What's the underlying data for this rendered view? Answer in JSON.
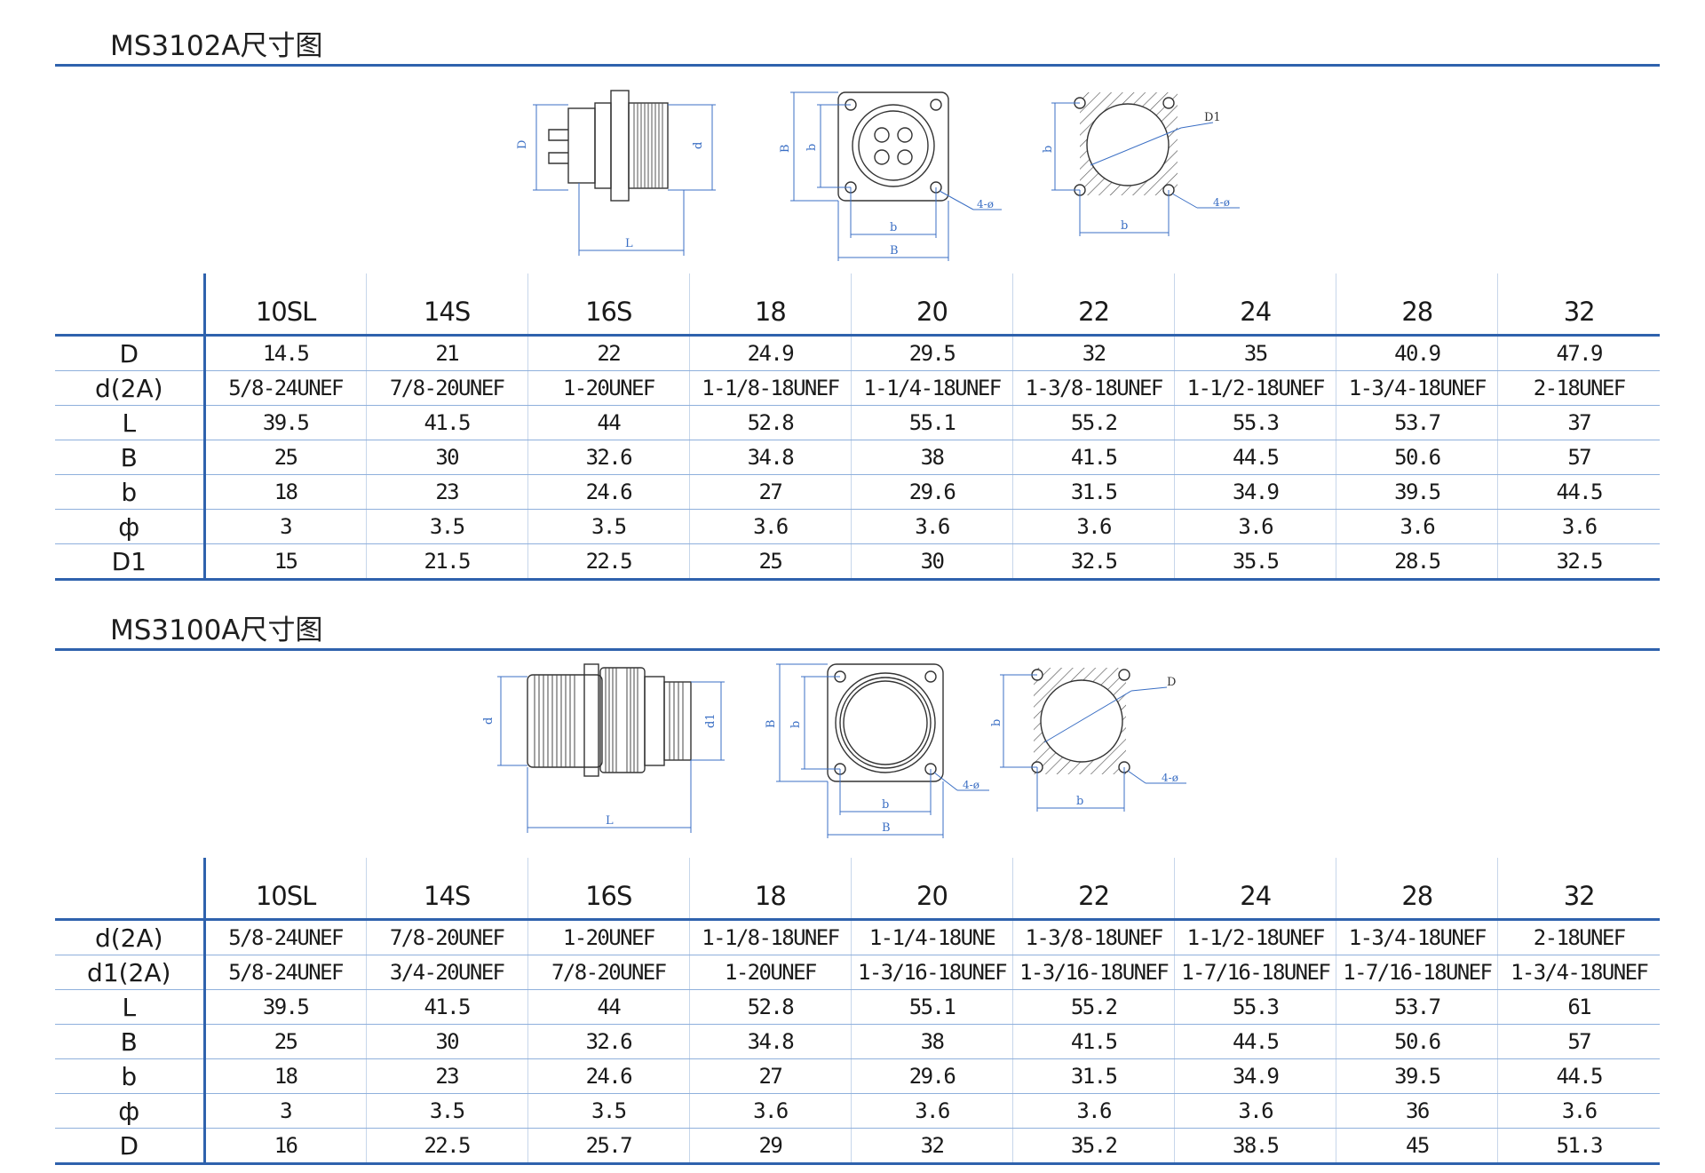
{
  "sections": [
    {
      "title": "MS3102A尺寸图",
      "drawing_labels": {
        "side_D": "D",
        "side_d": "d",
        "side_L": "L",
        "front_B": "B",
        "front_b": "b",
        "front_hole": "4-ø",
        "front_b_dim": "b",
        "front_B_dim": "B",
        "cut_b": "b",
        "cut_D1": "D1",
        "cut_hole": "4-ø",
        "cut_b_dim": "b"
      },
      "table": {
        "headers": [
          "10SL",
          "14S",
          "16S",
          "18",
          "20",
          "22",
          "24",
          "28",
          "32"
        ],
        "rows": [
          {
            "label": "D",
            "values": [
              "14.5",
              "21",
              "22",
              "24.9",
              "29.5",
              "32",
              "35",
              "40.9",
              "47.9"
            ]
          },
          {
            "label": "d(2A)",
            "values": [
              "5/8-24UNEF",
              "7/8-20UNEF",
              "1-20UNEF",
              "1-1/8-18UNEF",
              "1-1/4-18UNEF",
              "1-3/8-18UNEF",
              "1-1/2-18UNEF",
              "1-3/4-18UNEF",
              "2-18UNEF"
            ]
          },
          {
            "label": "L",
            "values": [
              "39.5",
              "41.5",
              "44",
              "52.8",
              "55.1",
              "55.2",
              "55.3",
              "53.7",
              "37"
            ]
          },
          {
            "label": "B",
            "values": [
              "25",
              "30",
              "32.6",
              "34.8",
              "38",
              "41.5",
              "44.5",
              "50.6",
              "57"
            ]
          },
          {
            "label": "b",
            "values": [
              "18",
              "23",
              "24.6",
              "27",
              "29.6",
              "31.5",
              "34.9",
              "39.5",
              "44.5"
            ]
          },
          {
            "label": "ф",
            "values": [
              "3",
              "3.5",
              "3.5",
              "3.6",
              "3.6",
              "3.6",
              "3.6",
              "3.6",
              "3.6"
            ]
          },
          {
            "label": "D1",
            "values": [
              "15",
              "21.5",
              "22.5",
              "25",
              "30",
              "32.5",
              "35.5",
              "28.5",
              "32.5"
            ]
          }
        ]
      }
    },
    {
      "title": "MS3100A尺寸图",
      "drawing_labels": {
        "side_d": "d",
        "side_d1": "d1",
        "side_L": "L",
        "front_B": "B",
        "front_b": "b",
        "front_hole": "4-ø",
        "front_b_dim": "b",
        "front_B_dim": "B",
        "cut_b": "b",
        "cut_D": "D",
        "cut_hole": "4-ø",
        "cut_b_dim": "b"
      },
      "table": {
        "headers": [
          "10SL",
          "14S",
          "16S",
          "18",
          "20",
          "22",
          "24",
          "28",
          "32"
        ],
        "rows": [
          {
            "label": "d(2A)",
            "values": [
              "5/8-24UNEF",
              "7/8-20UNEF",
              "1-20UNEF",
              "1-1/8-18UNEF",
              "1-1/4-18UNE",
              "1-3/8-18UNEF",
              "1-1/2-18UNEF",
              "1-3/4-18UNEF",
              "2-18UNEF"
            ]
          },
          {
            "label": "d1(2A)",
            "values": [
              "5/8-24UNEF",
              "3/4-20UNEF",
              "7/8-20UNEF",
              "1-20UNEF",
              "1-3/16-18UNEF",
              "1-3/16-18UNEF",
              "1-7/16-18UNEF",
              "1-7/16-18UNEF",
              "1-3/4-18UNEF"
            ]
          },
          {
            "label": "L",
            "values": [
              "39.5",
              "41.5",
              "44",
              "52.8",
              "55.1",
              "55.2",
              "55.3",
              "53.7",
              "61"
            ]
          },
          {
            "label": "B",
            "values": [
              "25",
              "30",
              "32.6",
              "34.8",
              "38",
              "41.5",
              "44.5",
              "50.6",
              "57"
            ]
          },
          {
            "label": "b",
            "values": [
              "18",
              "23",
              "24.6",
              "27",
              "29.6",
              "31.5",
              "34.9",
              "39.5",
              "44.5"
            ]
          },
          {
            "label": "ф",
            "values": [
              "3",
              "3.5",
              "3.5",
              "3.6",
              "3.6",
              "3.6",
              "3.6",
              "36",
              "3.6"
            ]
          },
          {
            "label": "D",
            "values": [
              "16",
              "22.5",
              "25.7",
              "29",
              "32",
              "35.2",
              "38.5",
              "45",
              "51.3"
            ]
          }
        ]
      }
    }
  ]
}
